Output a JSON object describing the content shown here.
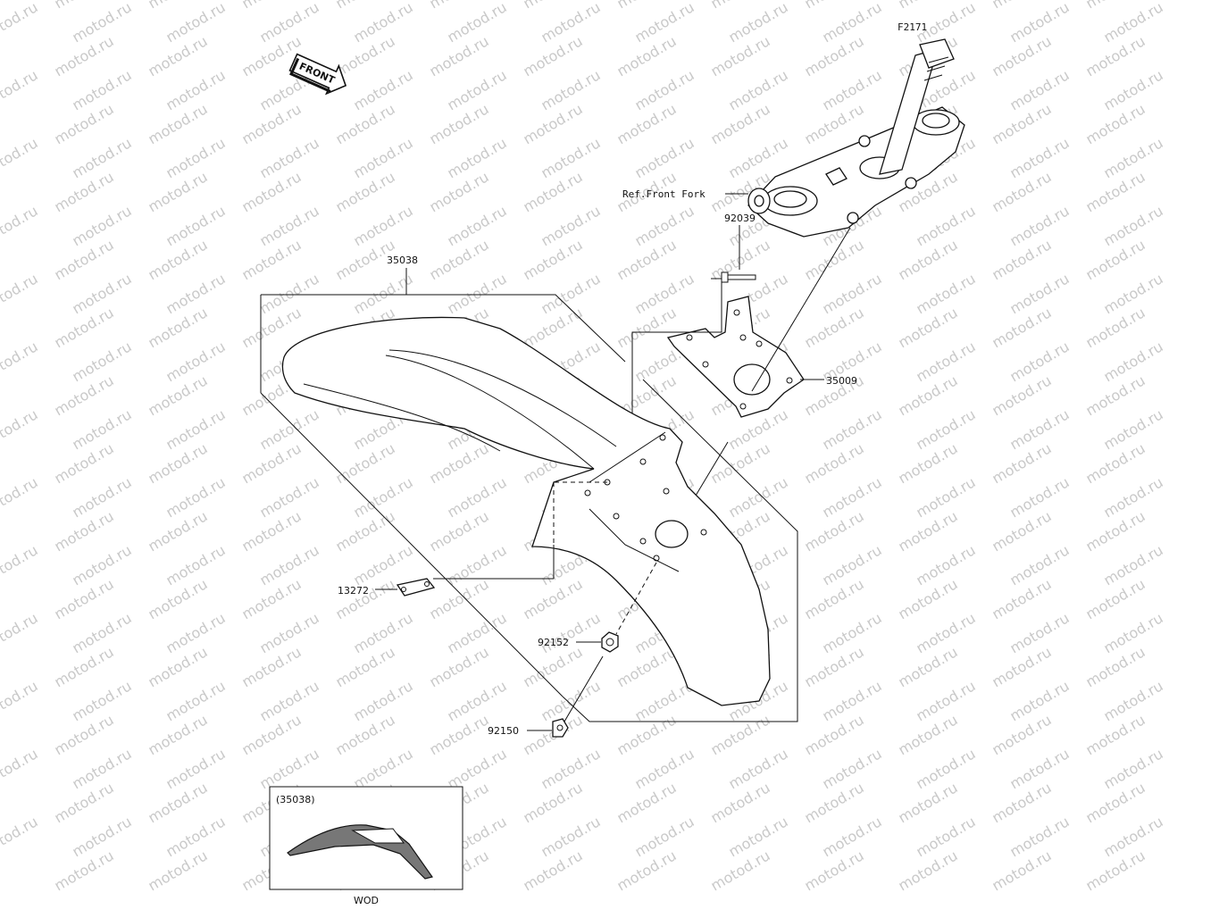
{
  "diagram": {
    "figure_code": "F2171",
    "front_label": "FRONT",
    "ref_label": "Ref.Front Fork",
    "watermark": "motod.ru",
    "parts": {
      "fender": "35038",
      "bracket": "35009",
      "screw_top": "92039",
      "plate": "13272",
      "nut": "92152",
      "bolt": "92150"
    },
    "inset": {
      "title": "(35038)",
      "caption": "WOD"
    }
  }
}
